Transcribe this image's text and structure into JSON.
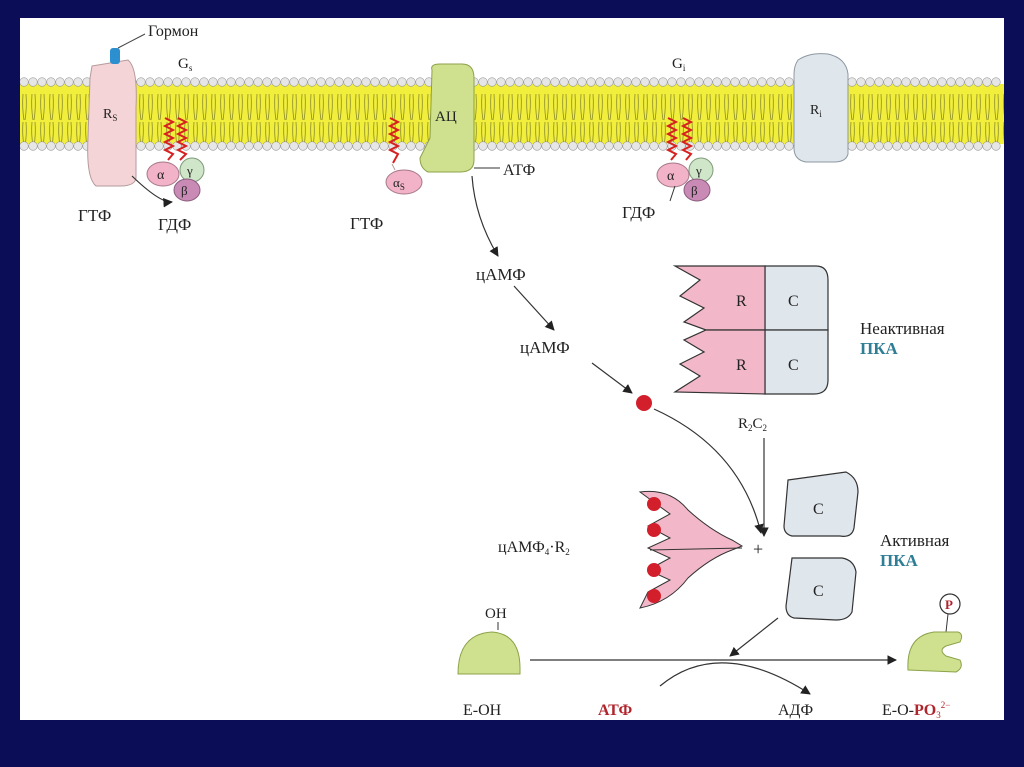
{
  "labels": {
    "hormone": "Гормон",
    "gs": "G",
    "gs_sub": "s",
    "gi": "G",
    "gi_sub": "i",
    "rs": "R",
    "rs_sub": "S",
    "ri": "R",
    "ri_sub": "i",
    "ac": "АЦ",
    "alpha": "α",
    "gamma": "γ",
    "beta": "β",
    "alpha_s": "α",
    "alpha_s_sub": "S",
    "gtp_left": "ГТФ",
    "gdp_left": "ГДФ",
    "gtp_mid": "ГТФ",
    "atp_top": "АТФ",
    "gdp_right": "ГДФ",
    "camp1": "цАМФ",
    "camp2": "цАМФ",
    "r": "R",
    "c": "C",
    "inactive": "Неактивная",
    "pka": "ПКА",
    "r2c2_r": "R",
    "r2c2_2a": "2",
    "r2c2_c": "C",
    "r2c2_2b": "2",
    "camp4r2_main": "цАМФ",
    "camp4r2_4": "4",
    "camp4r2_r": "·R",
    "camp4r2_2": "2",
    "plus": "+",
    "active": "Активная",
    "oh": "OH",
    "p": "P",
    "eoh": "E-OH",
    "atp_bottom": "АТФ",
    "adp": "АДФ",
    "eo": "E-O-",
    "po": "PO",
    "po_sub": "3",
    "po_sup": "2−"
  },
  "colors": {
    "background": "#0b0e57",
    "membrane_core": "#f2ef3c",
    "membrane_head": "#e6e6e6",
    "r_subunit": "#f2b7c8",
    "c_subunit": "#dfe6ec",
    "receptor_rs": "#f4d4d6",
    "adenylate_cyclase": "#cfe08e",
    "camp_dot": "#d21f2b",
    "alpha_subunit": "#f2b2c8",
    "gamma_subunit": "#cfe6c8",
    "beta_subunit": "#c98bb5",
    "pka_text": "#2f7e95",
    "atp_red": "#b0242c",
    "hormone_blue": "#2c8fd0"
  }
}
